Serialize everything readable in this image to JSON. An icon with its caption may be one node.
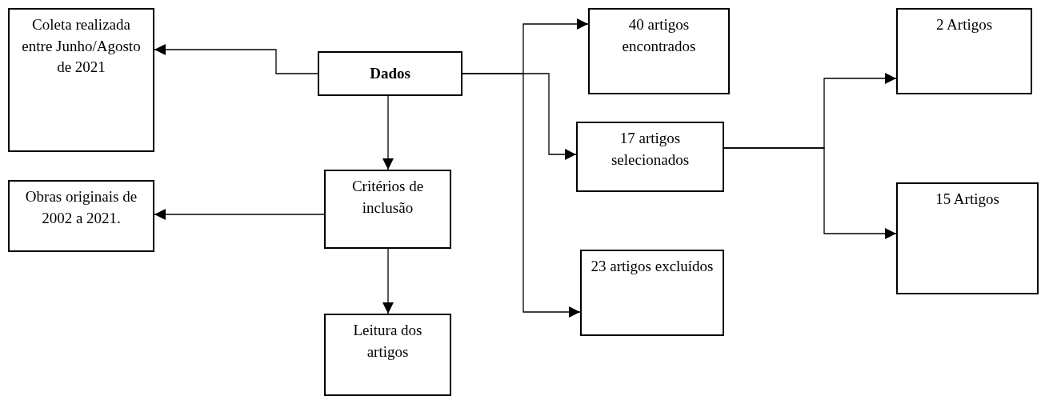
{
  "diagram": {
    "nodes": [
      {
        "text": [
          "Coleta realizada entre Junho/Agosto de 2021"
        ]
      },
      {
        "text": [
          "Dados"
        ]
      },
      {
        "text": [
          "Critérios de inclusão"
        ]
      },
      {
        "text": [
          "Obras originais de 2002 a 2021."
        ]
      },
      {
        "text": [
          "Leitura dos artigos"
        ]
      },
      {
        "text": [
          "40 artigos encontrados"
        ]
      },
      {
        "text": [
          "17 artigos selecionados"
        ]
      },
      {
        "text": [
          "23 artigos excluídos"
        ]
      },
      {
        "text": [
          "2 Artigos"
        ]
      },
      {
        "text": [
          "15 Artigos"
        ]
      }
    ],
    "edges": [
      {
        "from": 1,
        "to": 0,
        "arrow": "to"
      },
      {
        "from": 1,
        "to": 2,
        "arrow": "to"
      },
      {
        "from": 2,
        "to": 3,
        "arrow": "to"
      },
      {
        "from": 2,
        "to": 4,
        "arrow": "to"
      },
      {
        "from": 1,
        "to": 5,
        "arrow": "to"
      },
      {
        "from": 1,
        "to": 6,
        "arrow": "to"
      },
      {
        "from": 1,
        "to": 7,
        "arrow": "to"
      },
      {
        "from": 6,
        "to": 8,
        "arrow": "to"
      },
      {
        "from": 6,
        "to": 9,
        "arrow": "to"
      }
    ]
  }
}
